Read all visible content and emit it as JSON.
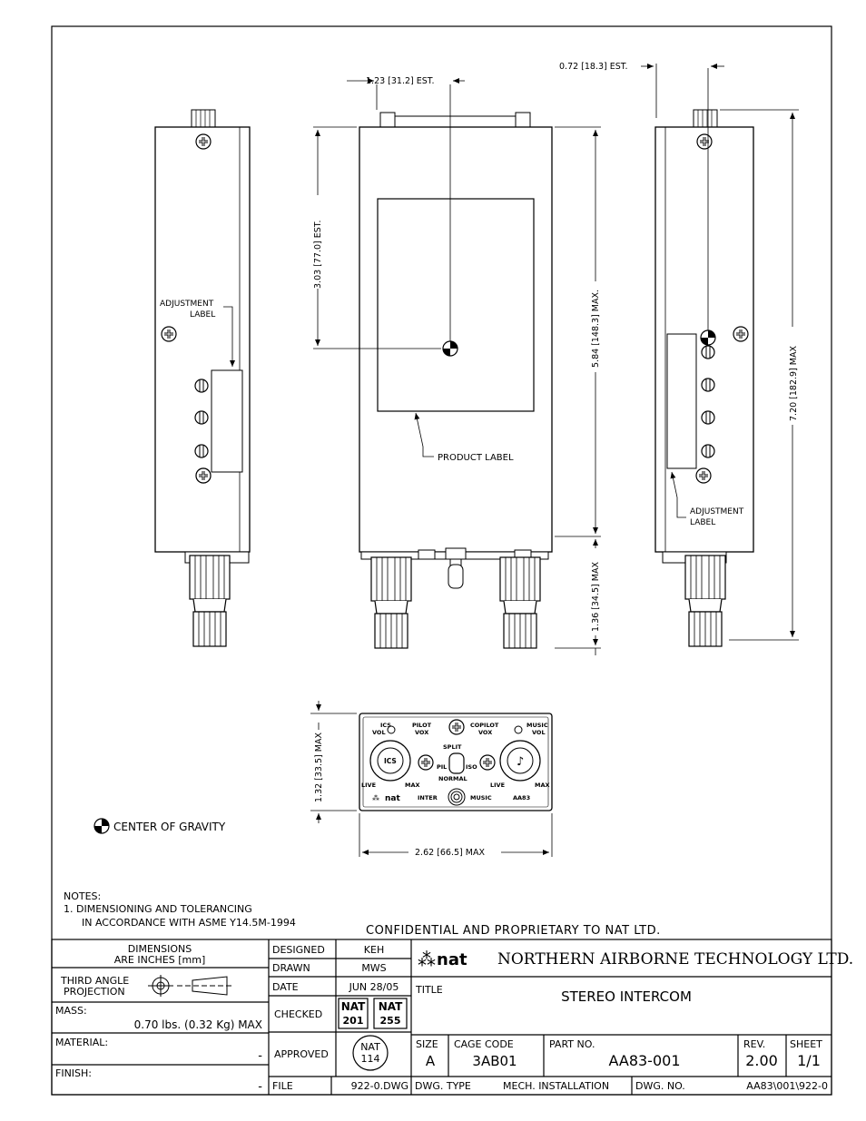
{
  "views": {
    "left_side": {
      "adjustment_label": [
        "ADJUSTMENT",
        "LABEL"
      ]
    },
    "front": {
      "dim_width": "1.23 [31.2] EST.",
      "dim_cog_height": "3.03 [77.0] EST.",
      "dim_height": "5.84 [148.3] MAX.",
      "dim_connectors": "1.36 [34.5] MAX",
      "product_label": "PRODUCT LABEL"
    },
    "right_side": {
      "dim_offset": "0.72 [18.3] EST.",
      "dim_total": "7.20 [182.9] MAX",
      "adjustment_label": [
        "ADJUSTMENT",
        "LABEL"
      ]
    },
    "top_panel": {
      "dim_height": "1.32 [33.5] MAX",
      "dim_width": "2.62 [66.5] MAX",
      "labels": {
        "ics": "ICS",
        "vol_left": "VOL",
        "pilot": "PILOT",
        "vox_left": "VOX",
        "copilot": "COPILOT",
        "vox_right": "VOX",
        "music": "MUSIC",
        "vol_right": "VOL",
        "split": "SPLIT",
        "pil": "PIL",
        "iso": "ISO",
        "normal": "NORMAL",
        "live_left": "LIVE",
        "max_left": "MAX",
        "live_right": "LIVE",
        "max_right": "MAX",
        "knob_ics": "ICS",
        "brand": "nat",
        "inter": "INTER",
        "music_bottom": "MUSIC",
        "model": "AA83"
      }
    }
  },
  "legend": {
    "cog": "CENTER OF GRAVITY"
  },
  "notes": {
    "heading": "NOTES:",
    "lines": [
      "1. DIMENSIONING AND TOLERANCING",
      "IN ACCORDANCE WITH ASME Y14.5M-1994"
    ]
  },
  "title_block": {
    "confidential": "CONFIDENTIAL AND PROPRIETARY TO NAT LTD.",
    "dimensions_line1": "DIMENSIONS",
    "dimensions_line2": "ARE INCHES [mm]",
    "projection_line1": "THIRD ANGLE",
    "projection_line2": "PROJECTION",
    "mass_label": "MASS:",
    "mass_value": "0.70 lbs. (0.32 Kg) MAX",
    "material_label": "MATERIAL:",
    "material_value": "-",
    "finish_label": "FINISH:",
    "finish_value": "-",
    "designed_label": "DESIGNED",
    "designed_value": "KEH",
    "drawn_label": "DRAWN",
    "drawn_value": "MWS",
    "date_label": "DATE",
    "date_value": "JUN 28/05",
    "checked_label": "CHECKED",
    "checked_stamps": [
      [
        "NAT",
        "201"
      ],
      [
        "NAT",
        "255"
      ]
    ],
    "approved_label": "APPROVED",
    "approved_stamp": [
      "NAT",
      "114"
    ],
    "file_label": "FILE",
    "file_value": "922-0.DWG",
    "logo_text": "nat",
    "company": "NORTHERN AIRBORNE TECHNOLOGY LTD.",
    "title_label": "TITLE",
    "title_value": "STEREO INTERCOM",
    "size_label": "SIZE",
    "size_value": "A",
    "cage_label": "CAGE CODE",
    "cage_value": "3AB01",
    "part_label": "PART NO.",
    "part_value": "AA83-001",
    "rev_label": "REV.",
    "rev_value": "2.00",
    "sheet_label": "SHEET",
    "sheet_value": "1/1",
    "dwg_type_label": "DWG. TYPE",
    "dwg_type_value": "MECH. INSTALLATION",
    "dwg_no_label": "DWG. NO.",
    "dwg_no_value": "AA83\\001\\922-0"
  }
}
